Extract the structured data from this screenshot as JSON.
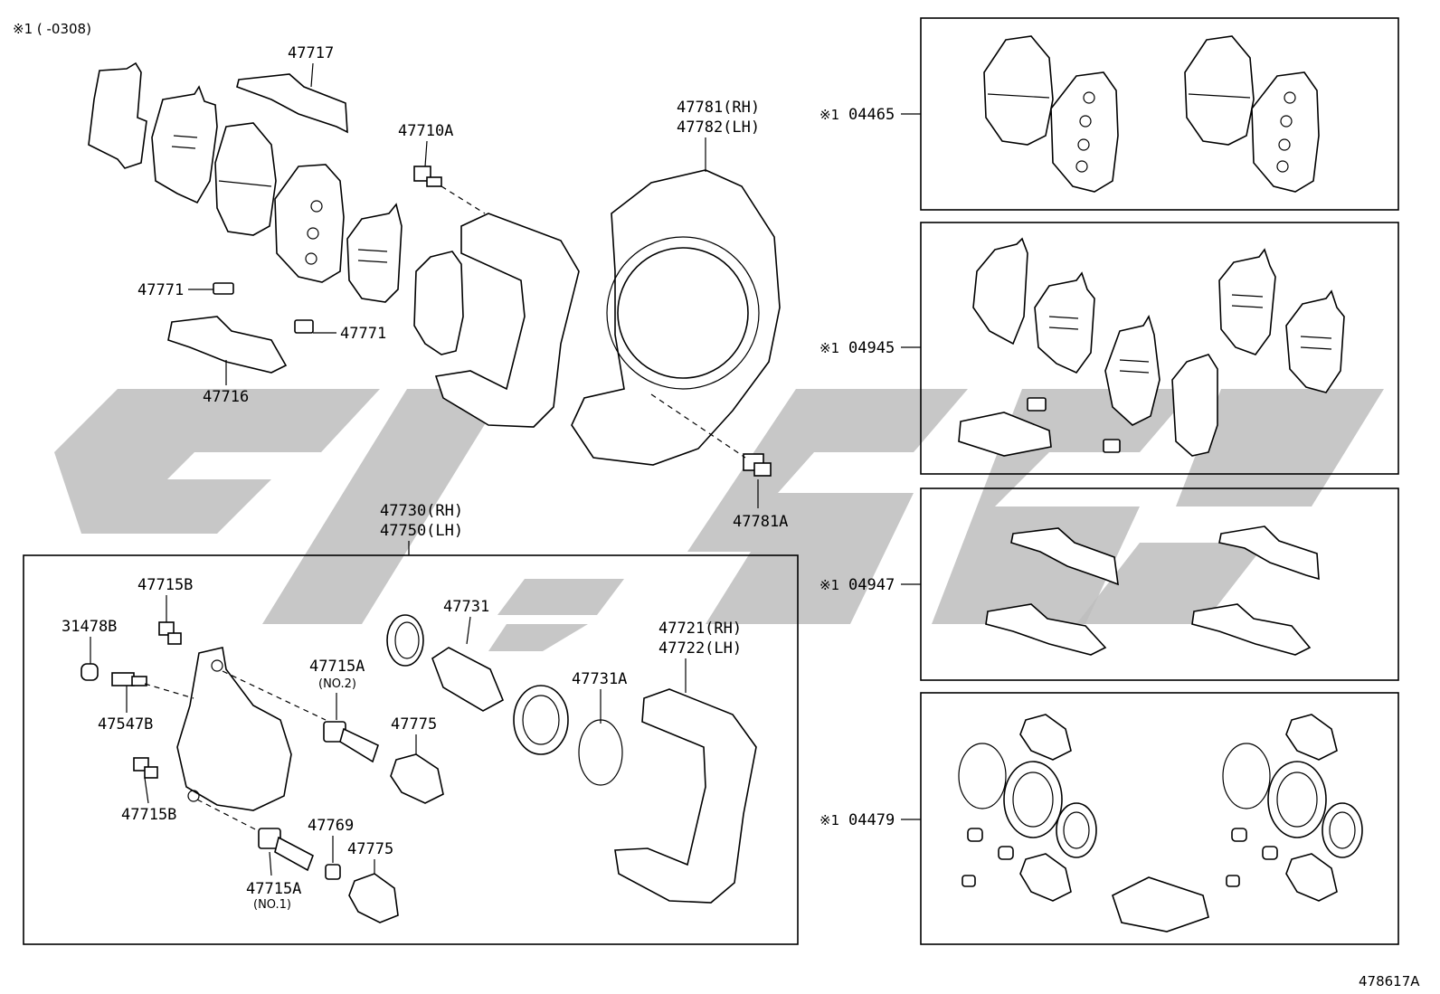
{
  "header_note": "※1 (      -0308)",
  "figure_id": "478617A",
  "parts": {
    "p47717": "47717",
    "p47710A": "47710A",
    "p47781": "47781(RH)",
    "p47782": "47782(LH)",
    "p47771_a": "47771",
    "p47771_b": "47771",
    "p47716": "47716",
    "p47781A": "47781A",
    "p47730": "47730(RH)",
    "p47750": "47750(LH)",
    "p47715B_top": "47715B",
    "p31478B": "31478B",
    "p47731": "47731",
    "p47721": "47721(RH)",
    "p47722": "47722(LH)",
    "p47715A_no2": "47715A",
    "no2": "(NO.2)",
    "p47547B": "47547B",
    "p47775_a": "47775",
    "p47731A": "47731A",
    "p47715B_bot": "47715B",
    "p47769": "47769",
    "p47775_b": "47775",
    "p47715A_no1": "47715A",
    "no1": "(NO.1)"
  },
  "kits": [
    {
      "mark": "※1",
      "code": "04465"
    },
    {
      "mark": "※1",
      "code": "04945"
    },
    {
      "mark": "※1",
      "code": "04947"
    },
    {
      "mark": "※1",
      "code": "04479"
    }
  ],
  "colors": {
    "line": "#000000",
    "watermark": "#bdbdbd",
    "background": "#ffffff"
  }
}
